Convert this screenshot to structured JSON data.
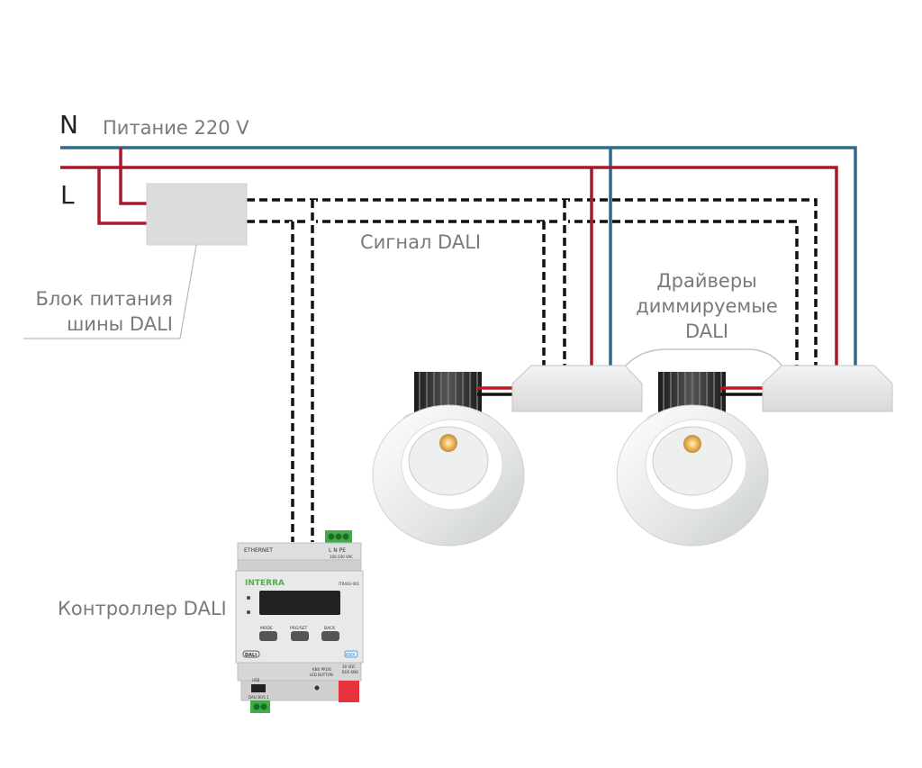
{
  "labels": {
    "n": "N",
    "l": "L",
    "power": "Питание 220 V",
    "psu_line1": "Блок питания",
    "psu_line2": "шины DALI",
    "dali_signal": "Сигнал DALI",
    "drivers_line1": "Драйверы",
    "drivers_line2": "диммируемые",
    "drivers_line3": "DALI",
    "controller": "Контроллер DALI"
  },
  "device": {
    "ethernet": "ETHERNET",
    "terminals": "L  N  PE",
    "voltage": "100-240 VAC",
    "brand": "INTERRA",
    "model": "ITR402-001",
    "buttons": [
      "MODE",
      "PRG/SET",
      "BACK"
    ],
    "dali_badge": "DALI",
    "knx_badge": "KNX",
    "knx_prog": "KNX PROG",
    "led_button": "LED BUTTON",
    "bus_voltage": "30 VDC",
    "bus_knx": "BUS KNX",
    "usb": "USB",
    "dali_bus": "DALI BUS 1"
  },
  "colors": {
    "neutral": "#2e6a8c",
    "live": "#a8192e",
    "signal": "#111111"
  }
}
